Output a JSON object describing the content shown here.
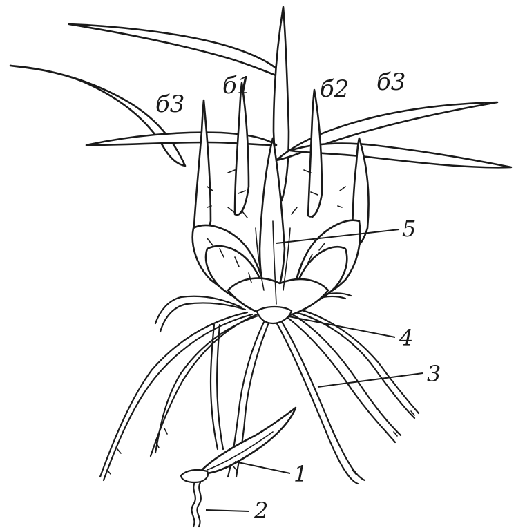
{
  "figure": {
    "labels": {
      "tiller_b3_left": "б3",
      "tiller_b1": "б1",
      "tiller_b2": "б2",
      "tiller_b3_right": "б3",
      "n5": "5",
      "n4": "4",
      "n3": "3",
      "n1": "1",
      "n2": "2"
    }
  }
}
